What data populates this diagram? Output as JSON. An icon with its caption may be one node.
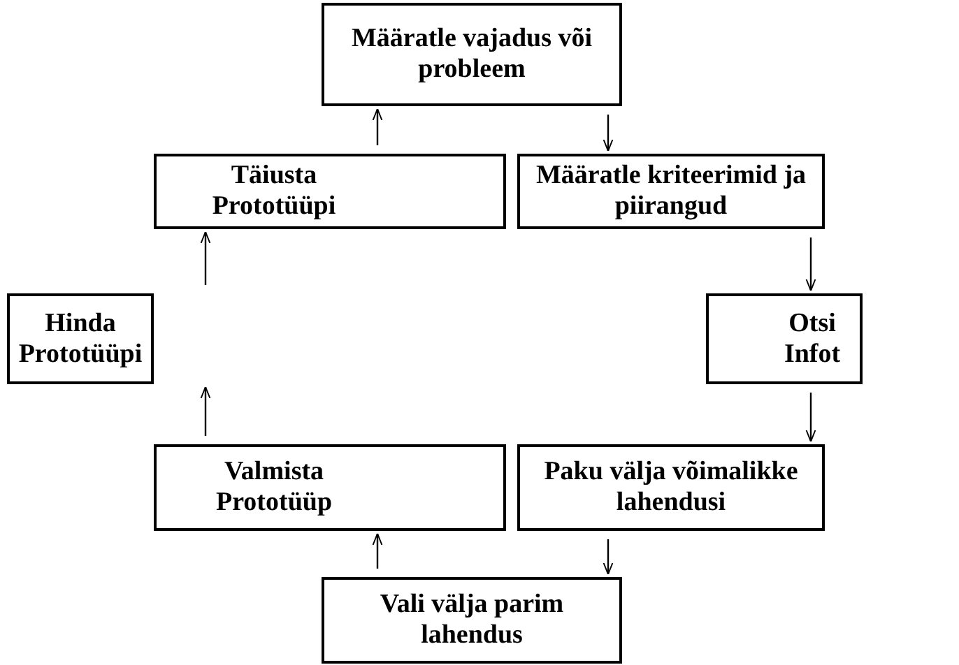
{
  "diagram": {
    "nodes": [
      {
        "text": [
          "Määratle vajadus või probleem"
        ]
      },
      {
        "text": [
          "Täiusta Prototüüpi"
        ]
      },
      {
        "text": [
          "Määratle kriteerimid ja piirangud"
        ]
      },
      {
        "text": [
          "Hinda Prototüüpi"
        ]
      },
      {
        "text": [
          "Otsi Infot"
        ]
      },
      {
        "text": [
          "Valmista Prototüüp"
        ]
      },
      {
        "text": [
          "Paku välja võimalikke lahendusi"
        ]
      },
      {
        "text": [
          "Vali välja parim lahendus"
        ]
      }
    ],
    "edges": [
      {
        "from": 0,
        "to": 2,
        "arrow": "to"
      },
      {
        "from": 2,
        "to": 4,
        "arrow": "to"
      },
      {
        "from": 4,
        "to": 6,
        "arrow": "to"
      },
      {
        "from": 6,
        "to": 7,
        "arrow": "to"
      },
      {
        "from": 7,
        "to": 5,
        "arrow": "to"
      },
      {
        "from": 5,
        "to": 3,
        "arrow": "to"
      },
      {
        "from": 3,
        "to": 1,
        "arrow": "to"
      },
      {
        "from": 1,
        "to": 0,
        "arrow": "to"
      }
    ]
  }
}
